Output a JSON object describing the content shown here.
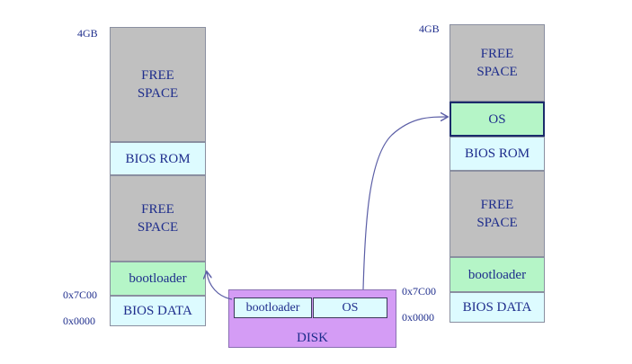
{
  "left_memory": {
    "top_label": "4GB",
    "free_space_top": "FREE\nSPACE",
    "bios_rom": "BIOS ROM",
    "free_space_mid": "FREE\nSPACE",
    "bootloader": "bootloader",
    "bios_data": "BIOS DATA",
    "addr_7c00": "0x7C00",
    "addr_0000": "0x0000"
  },
  "right_memory": {
    "top_label": "4GB",
    "free_space_top": "FREE\nSPACE",
    "os": "OS",
    "bios_rom": "BIOS ROM",
    "free_space_mid": "FREE\nSPACE",
    "bootloader": "bootloader",
    "bios_data": "BIOS DATA",
    "addr_7c00": "0x7C00",
    "addr_0000": "0x0000"
  },
  "disk": {
    "label": "DISK",
    "bootloader": "bootloader",
    "os": "OS"
  },
  "colors": {
    "free_space": "#c0c0c0",
    "bios": "#ddfbff",
    "loaded": "#b5f5c7",
    "disk": "#d49cf5",
    "text": "#1e2d8c"
  }
}
